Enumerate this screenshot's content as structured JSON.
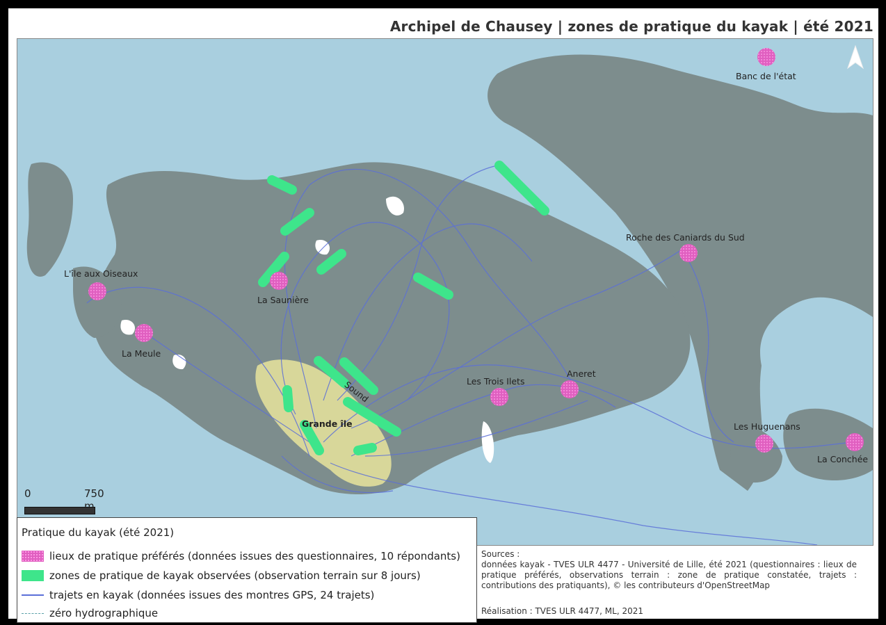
{
  "title": "Archipel de Chausey | zones de pratique du kayak | été 2021",
  "colors": {
    "sea": "#a9cfdf",
    "islands": "#7d8d8d",
    "grande_ile": "#d8d79a",
    "pink": "#e05fc0",
    "green": "#3ee58b",
    "tracks": "#5b6fd8"
  },
  "places": {
    "banc_etat": "Banc de l'état",
    "roche_caniards": "Roche des Caniards du Sud",
    "ile_oiseaux": "L'île aux Oiseaux",
    "sauniere": "La Saunière",
    "meule": "La Meule",
    "trois_ilets": "Les Trois Ilets",
    "aneret": "Aneret",
    "huguenans": "Les Huguenans",
    "conchee": "La Conchée",
    "grande_ile": "Grande île",
    "sound": "Sound"
  },
  "scale": {
    "zero": "0",
    "distance": "750 m"
  },
  "legend": {
    "title": "Pratique du kayak (été 2021)",
    "items": [
      {
        "label": "lieux de pratique préférés (données issues des questionnaires, 10 répondants)",
        "icon": "pink-dotted-swatch"
      },
      {
        "label": "zones de pratique de kayak observées (observation terrain sur 8 jours)",
        "icon": "green-swatch"
      },
      {
        "label": "trajets en kayak (données issues des montres GPS, 24 trajets)",
        "icon": "blue-line"
      },
      {
        "label": "zéro hydrographique",
        "icon": "dotted-line"
      }
    ]
  },
  "sources": {
    "heading": "Sources :",
    "text": "données kayak - TVES ULR 4477 - Université de Lille, été 2021 (questionnaires : lieux de pratique préférés, observations terrain : zone de pratique constatée, trajets : contributions des pratiquants), © les contributeurs d'OpenStreetMap",
    "credit": "Réalisation : TVES ULR 4477, ML, 2021"
  }
}
